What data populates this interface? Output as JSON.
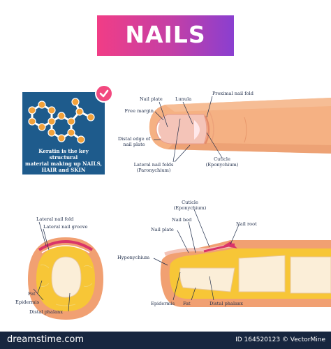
{
  "title": "NAILS",
  "info_box": {
    "text_lines": [
      "Keratin is the key structural",
      "material making up NAILS,",
      "HAIR and SKIN"
    ],
    "check_icon": "checkmark-icon",
    "molecule_icon": "keratin-molecule-icon",
    "colors": {
      "box": "#1e5b8c",
      "badge": "#f2497f"
    }
  },
  "finger_labels": {
    "nail_plate": "Nail plate",
    "lunula": "Lunula",
    "proximal_nail_fold": "Proximal nail fold",
    "free_margin": "Free margin",
    "distal_edge": [
      "Distal edge of",
      "nail plate"
    ],
    "lateral_nail_folds": [
      "Lateral nail folds",
      "(Paronychium)"
    ],
    "cuticle": [
      "Cuticle",
      "(Eponychium)"
    ]
  },
  "cross_section_labels": {
    "lateral_nail_fold": "Lateral nail fold",
    "lateral_nail_groove": "Lateral nail groove",
    "fat": "Fat",
    "epidermis": "Epidermis",
    "distal_phalanx": "Distal phalanx"
  },
  "side_section_labels": {
    "cuticle": [
      "Cuticle",
      "(Eponychium)"
    ],
    "nail_bed": "Nail bed",
    "nail_plate": "Nail plate",
    "nail_root": "Nail root",
    "hyponychium": "Hyponychium",
    "epidermis": "Epidermis",
    "fat": "Fat",
    "distal_phalanx": "Distal phalanx"
  },
  "footer": {
    "brand": "dreamstime.com",
    "id_text": "ID 164520123 © VectorMine"
  },
  "colors": {
    "skin": "#f2a070",
    "skin_dark": "#e2845a",
    "fat": "#f7c637",
    "bone": "#fbeed8",
    "nail": "#fde4e8",
    "footer": "#17263f"
  }
}
